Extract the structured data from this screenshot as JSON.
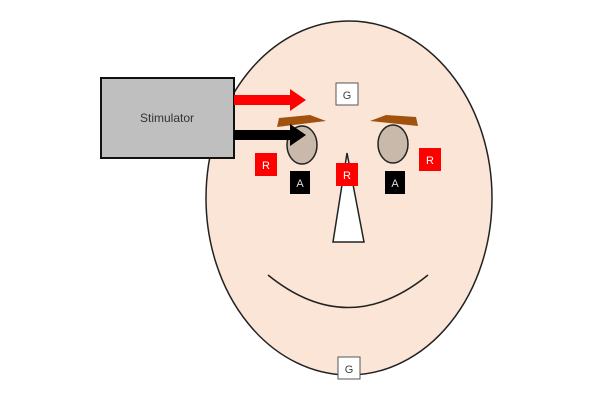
{
  "stimulator": {
    "label": "Stimulator"
  },
  "electrodes": {
    "ground_top": "G",
    "ground_bottom": "G",
    "ref_left": "R",
    "ref_center": "R",
    "ref_right": "R",
    "active_left": "A",
    "active_right": "A"
  },
  "colors": {
    "face": "#fbe5d6",
    "stimulator": "#bfbfbf",
    "reference": "#ff0000",
    "active": "#000000",
    "ground": "#ffffff",
    "eyebrow": "#a0520e",
    "eye": "#c9b9aa",
    "red_arrow": "#ff0000",
    "black_arrow": "#000000"
  }
}
